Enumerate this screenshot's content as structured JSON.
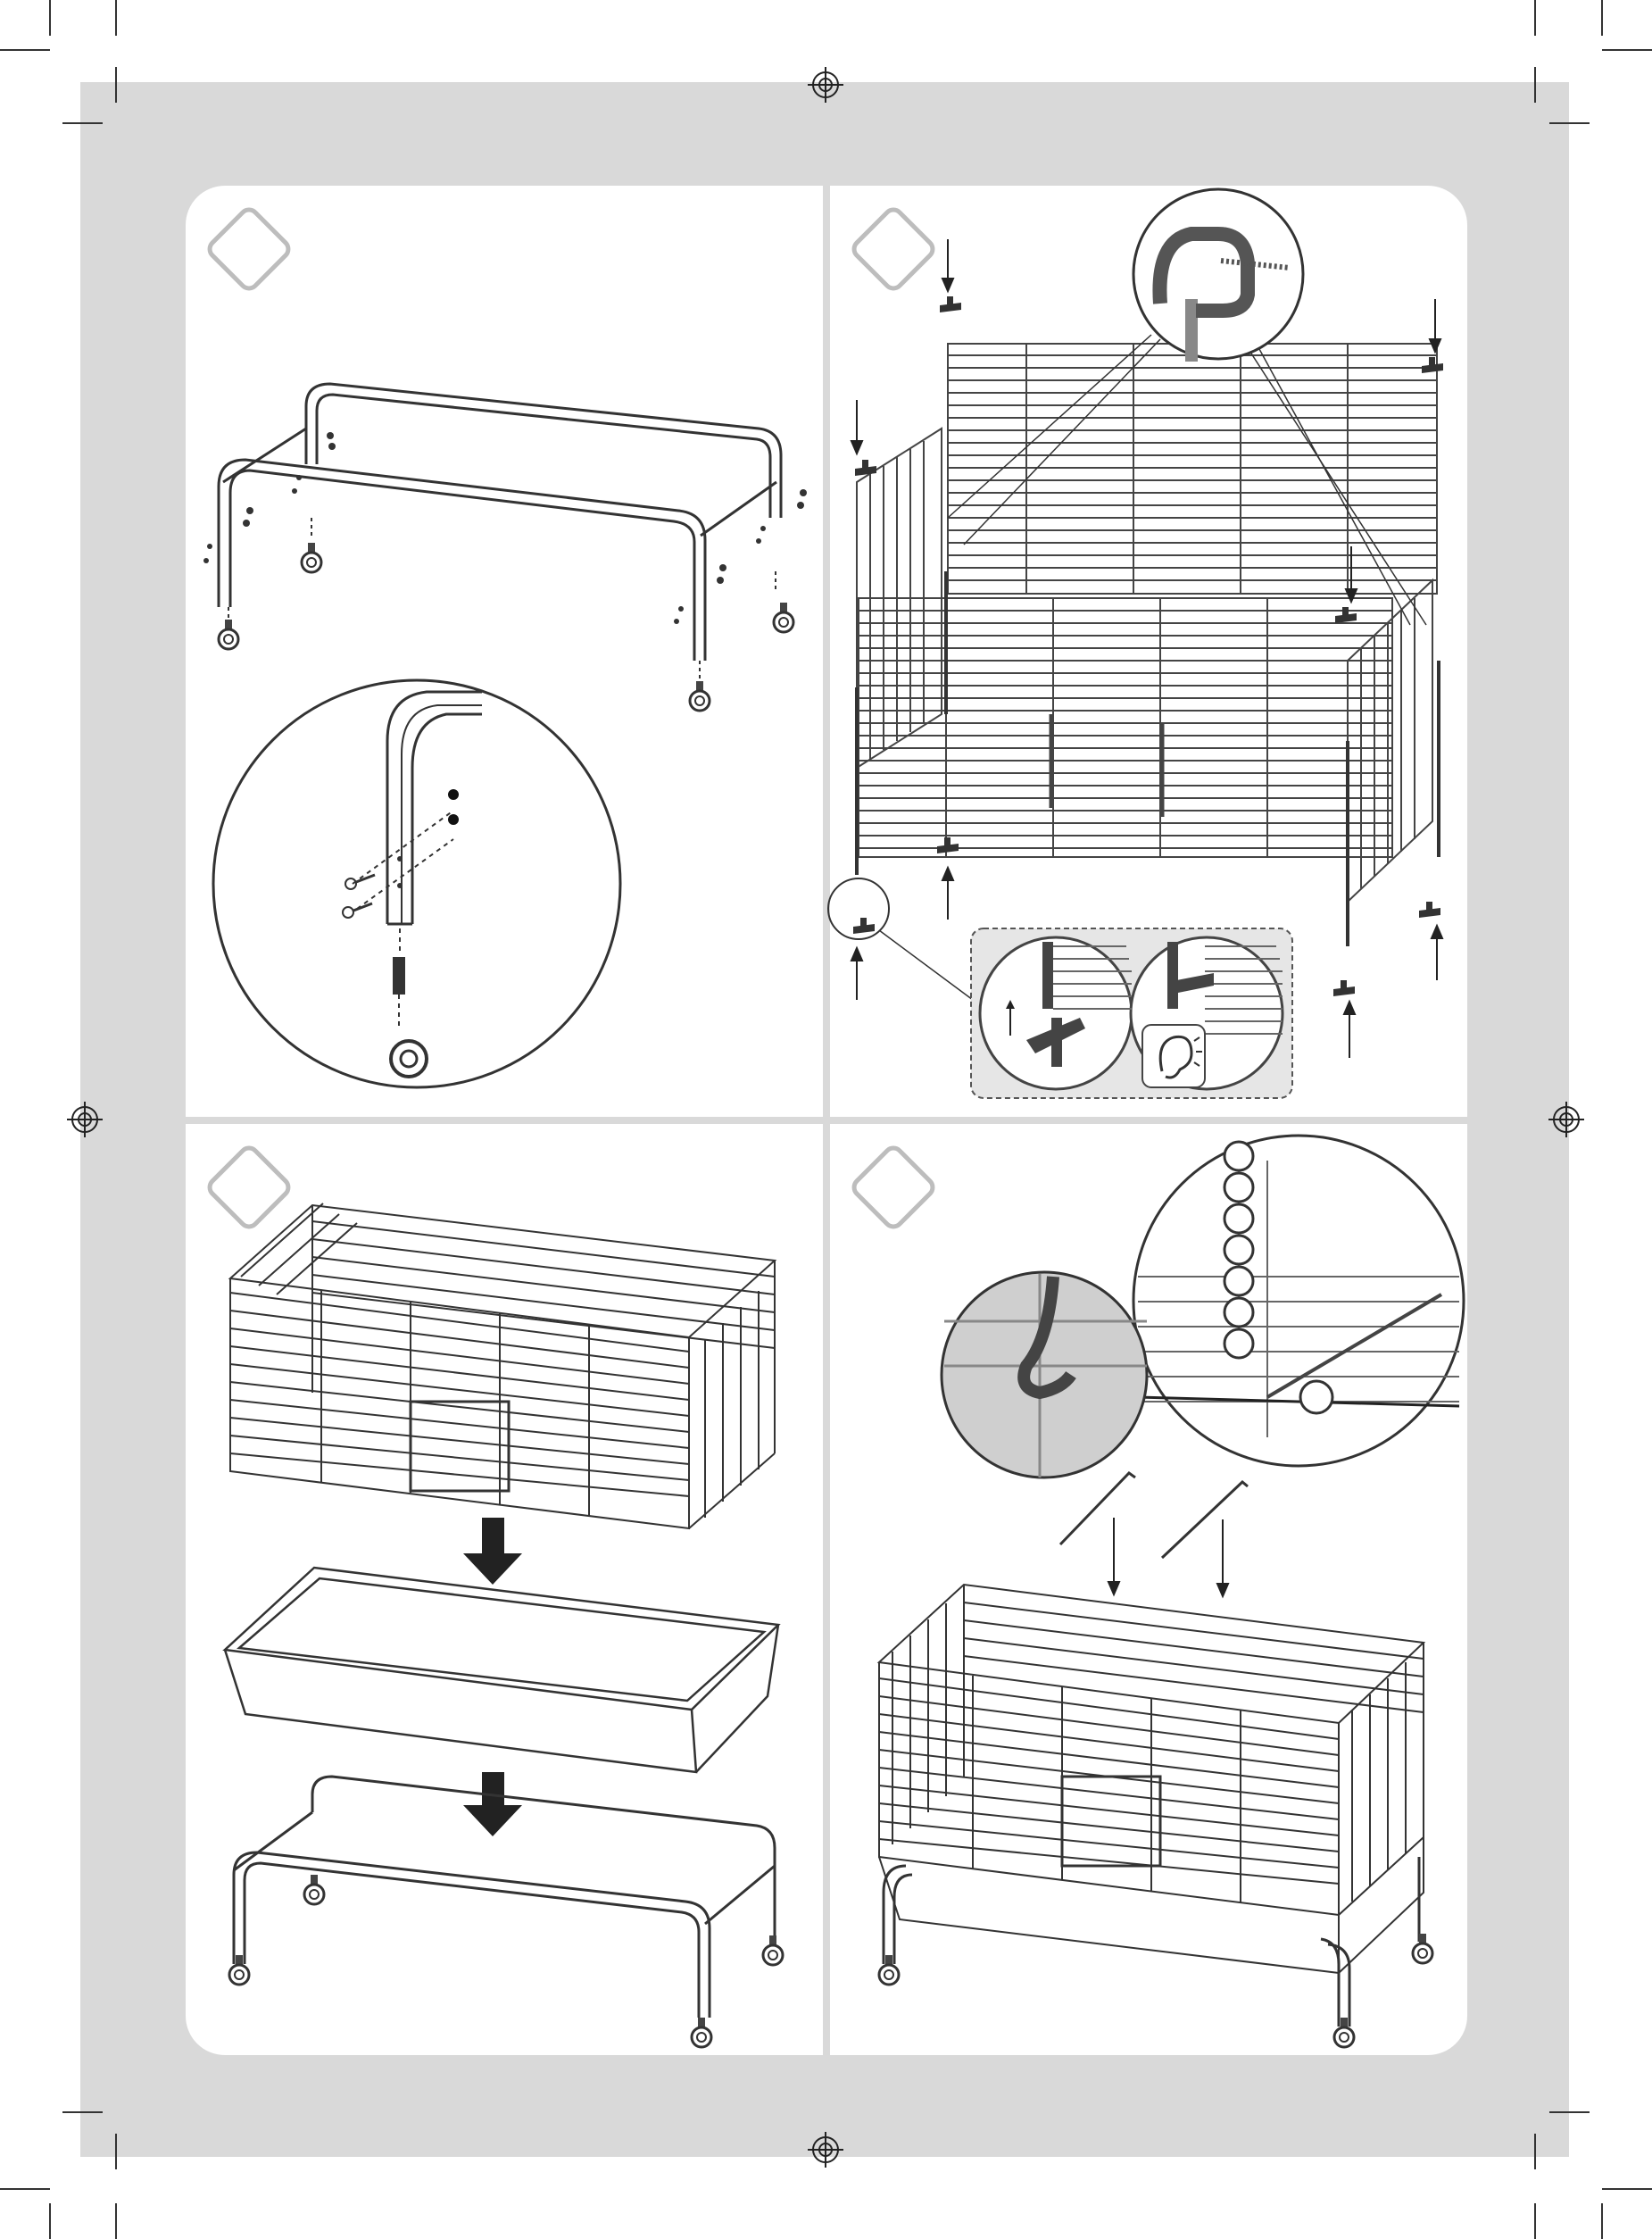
{
  "document": {
    "type": "assembly-instructions",
    "steps": [
      {
        "number": "",
        "content": "base-frame-with-casters"
      },
      {
        "number": "",
        "content": "wire-panels-with-corner-clips"
      },
      {
        "number": "",
        "content": "cage-on-tray-on-frame"
      },
      {
        "number": "",
        "content": "roof-rods-assembled-cage"
      }
    ]
  },
  "colors": {
    "band": "#d9d9d9",
    "panel": "#ffffff",
    "line": "#333333",
    "badge": "#bdbdbd",
    "detail_box": "#e6e6e6"
  },
  "icons": [
    "registration-mark-icon",
    "ear-icon",
    "down-arrow-icon",
    "up-arrow-icon"
  ]
}
